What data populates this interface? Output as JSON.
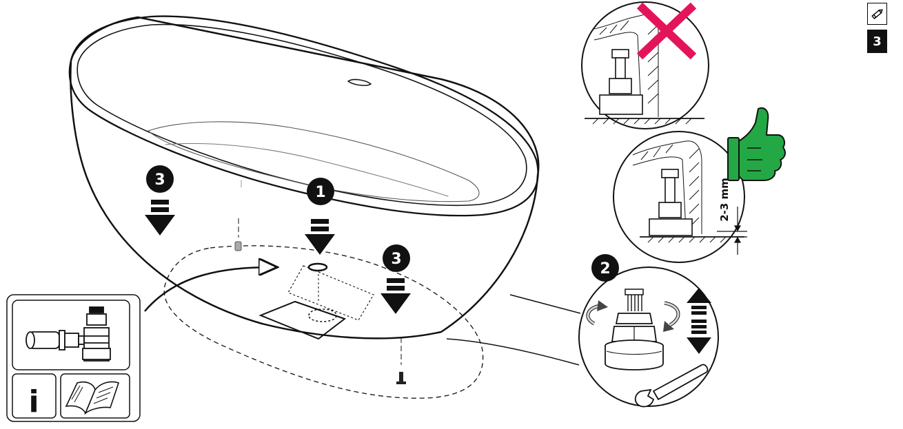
{
  "page": {
    "number": "3",
    "tab_icon": "pencil-icon"
  },
  "steps": [
    {
      "label": "1"
    },
    {
      "label": "2"
    },
    {
      "label": "3"
    },
    {
      "label": "3"
    }
  ],
  "detail": {
    "gap_label": "2-3 mm",
    "wrong_icon": "red-cross-icon",
    "correct_icon": "thumbs-up-icon"
  },
  "side_panel": {
    "info_glyph": "i",
    "icons": [
      "drain-siphon-icon",
      "info-icon",
      "manual-book-icon"
    ]
  },
  "colors": {
    "wrong": "#e4145a",
    "correct": "#23a845",
    "ink": "#111111"
  }
}
